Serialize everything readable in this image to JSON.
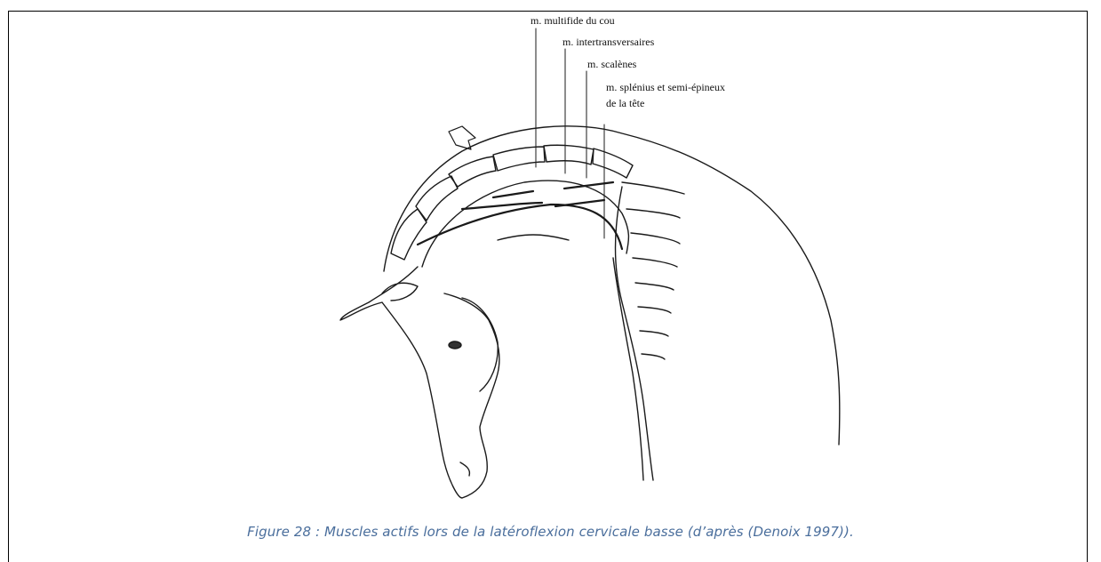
{
  "figure": {
    "labels": [
      "m. multifide du cou",
      "m. intertransversaires",
      "m. scalènes",
      "m. splénius et semi-épineux",
      "de la tête"
    ],
    "caption": "Figure 28 : Muscles actifs lors de la latéroflexion cervicale basse (d’après (Denoix 1997))."
  },
  "colors": {
    "line": "#1a1a1a",
    "caption": "#4a6e9c",
    "border": "#000000"
  }
}
